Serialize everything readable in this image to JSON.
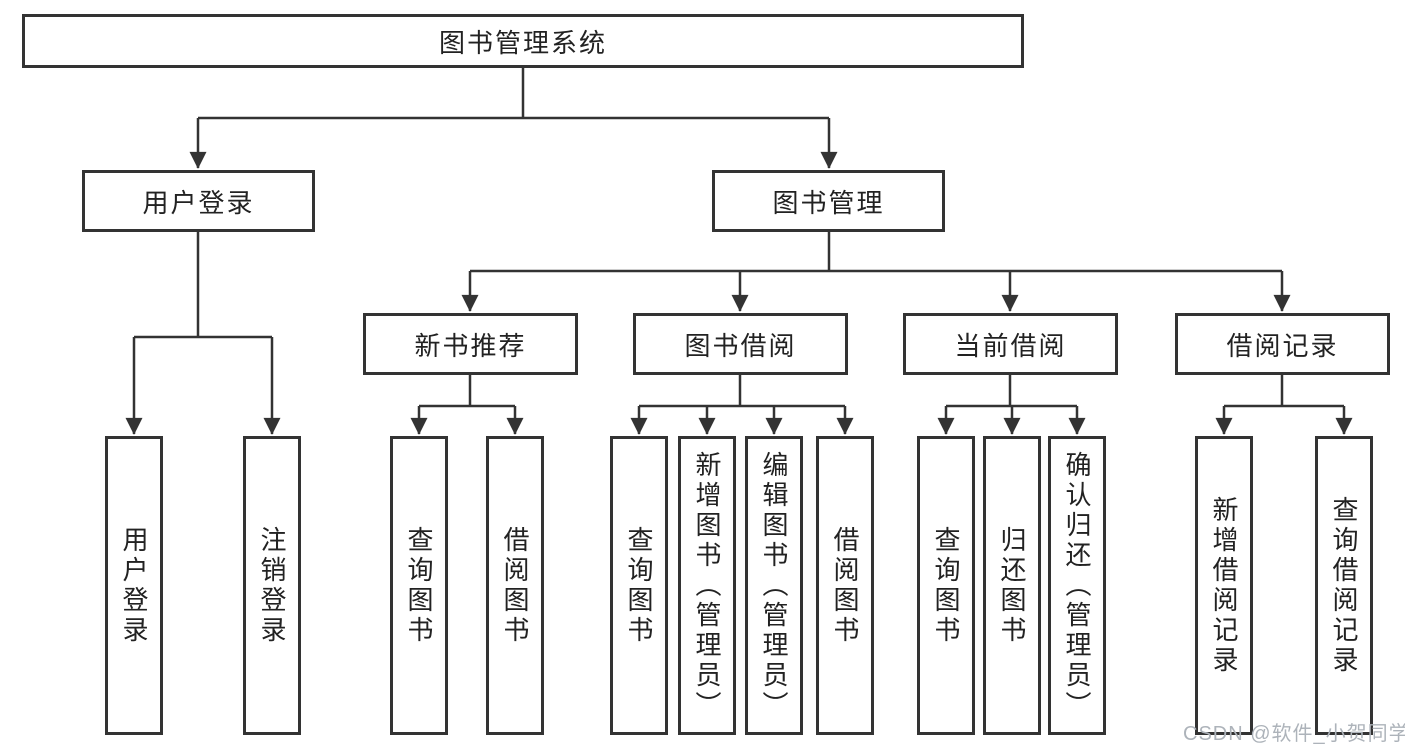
{
  "diagram_title": "图书管理系统",
  "nodes": {
    "root": "图书管理系统",
    "login": "用户登录",
    "mgmt": "图书管理",
    "rec": "新书推荐",
    "borrow": "图书借阅",
    "current": "当前借阅",
    "record": "借阅记录",
    "login_user": "用户登录",
    "login_out": "注销登录",
    "rec_query": "查询图书",
    "rec_borrow": "借阅图书",
    "borrow_query": "查询图书",
    "borrow_add": "新增图书（管理员）",
    "borrow_edit": "编辑图书（管理员）",
    "borrow_do": "借阅图书",
    "current_query": "查询图书",
    "current_return": "归还图书",
    "current_confirm": "确认归还（管理员）",
    "record_add": "新增借阅记录",
    "record_query": "查询借阅记录"
  },
  "watermark": "CSDN @软件_小贺同学",
  "colors": {
    "line": "#333333",
    "box_border": "#333333",
    "text": "#222222",
    "watermark": "#adb3ba",
    "background": "#ffffff"
  }
}
